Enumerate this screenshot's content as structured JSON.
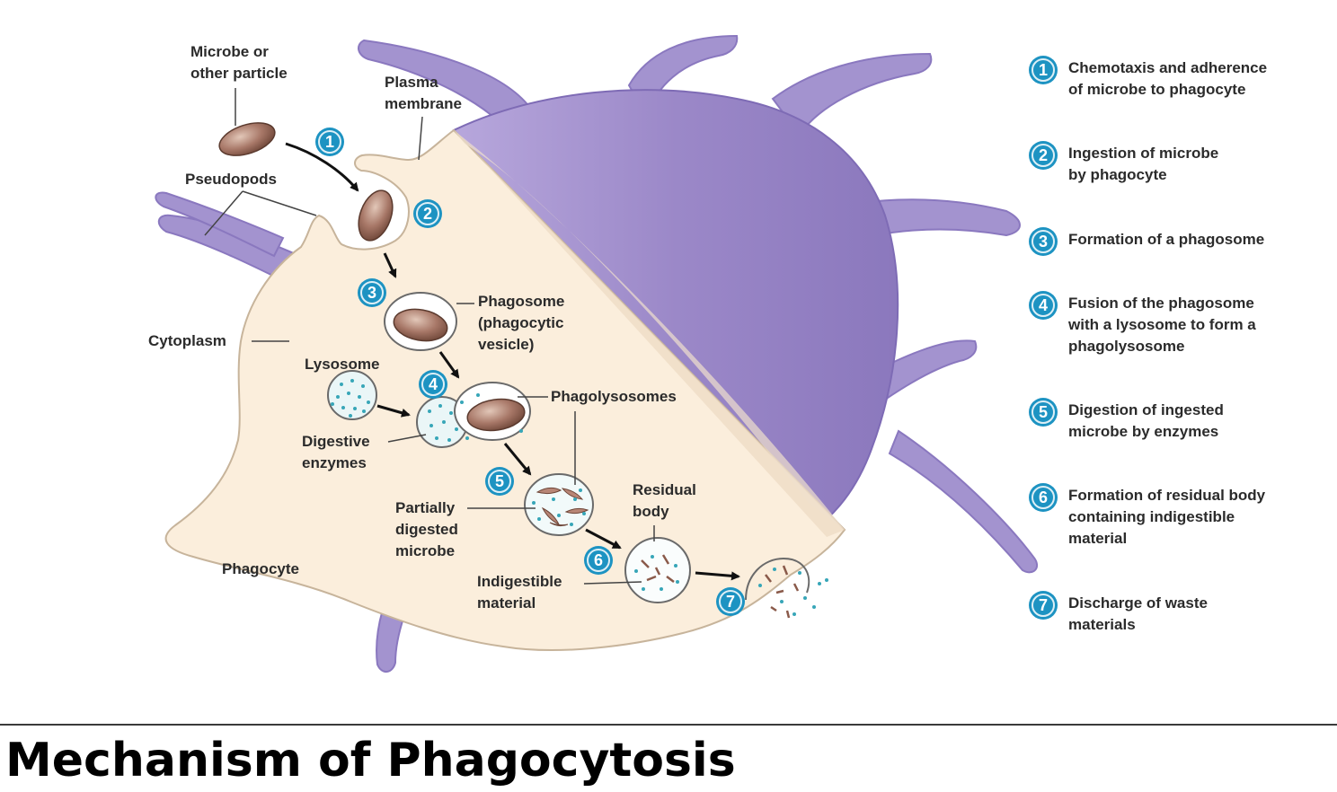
{
  "labels": {
    "microbe": "Microbe or\nother particle",
    "plasma_membrane": "Plasma\nmembrane",
    "pseudopods": "Pseudopods",
    "cytoplasm": "Cytoplasm",
    "phagosome": "Phagosome\n(phagocytic\nvesicle)",
    "lysosome": "Lysosome",
    "phagolysosomes": "Phagolysosomes",
    "digestive_enzymes": "Digestive\nenzymes",
    "partially_digested": "Partially\ndigested\nmicrobe",
    "residual_body": "Residual\nbody",
    "indigestible": "Indigestible\nmaterial",
    "phagocyte": "Phagocyte"
  },
  "steps": [
    {
      "num": "1",
      "text": "Chemotaxis and adherence\nof microbe to phagocyte"
    },
    {
      "num": "2",
      "text": "Ingestion of microbe\nby phagocyte"
    },
    {
      "num": "3",
      "text": "Formation of a phagosome"
    },
    {
      "num": "4",
      "text": "Fusion of the phagosome\nwith a lysosome to form a\nphagolysosome"
    },
    {
      "num": "5",
      "text": "Digestion of ingested\nmicrobe by enzymes"
    },
    {
      "num": "6",
      "text": "Formation of residual body\ncontaining indigestible\nmaterial"
    },
    {
      "num": "7",
      "text": "Discharge of waste\nmaterials"
    }
  ],
  "caption": "Mechanism of Phagocytosis",
  "colors": {
    "cytoplasm": "#fbeedc",
    "membrane": "#9d8bc9",
    "badge": "#1d93c2",
    "enzyme": "#37a6b8",
    "microbe": "#9a6a58"
  }
}
